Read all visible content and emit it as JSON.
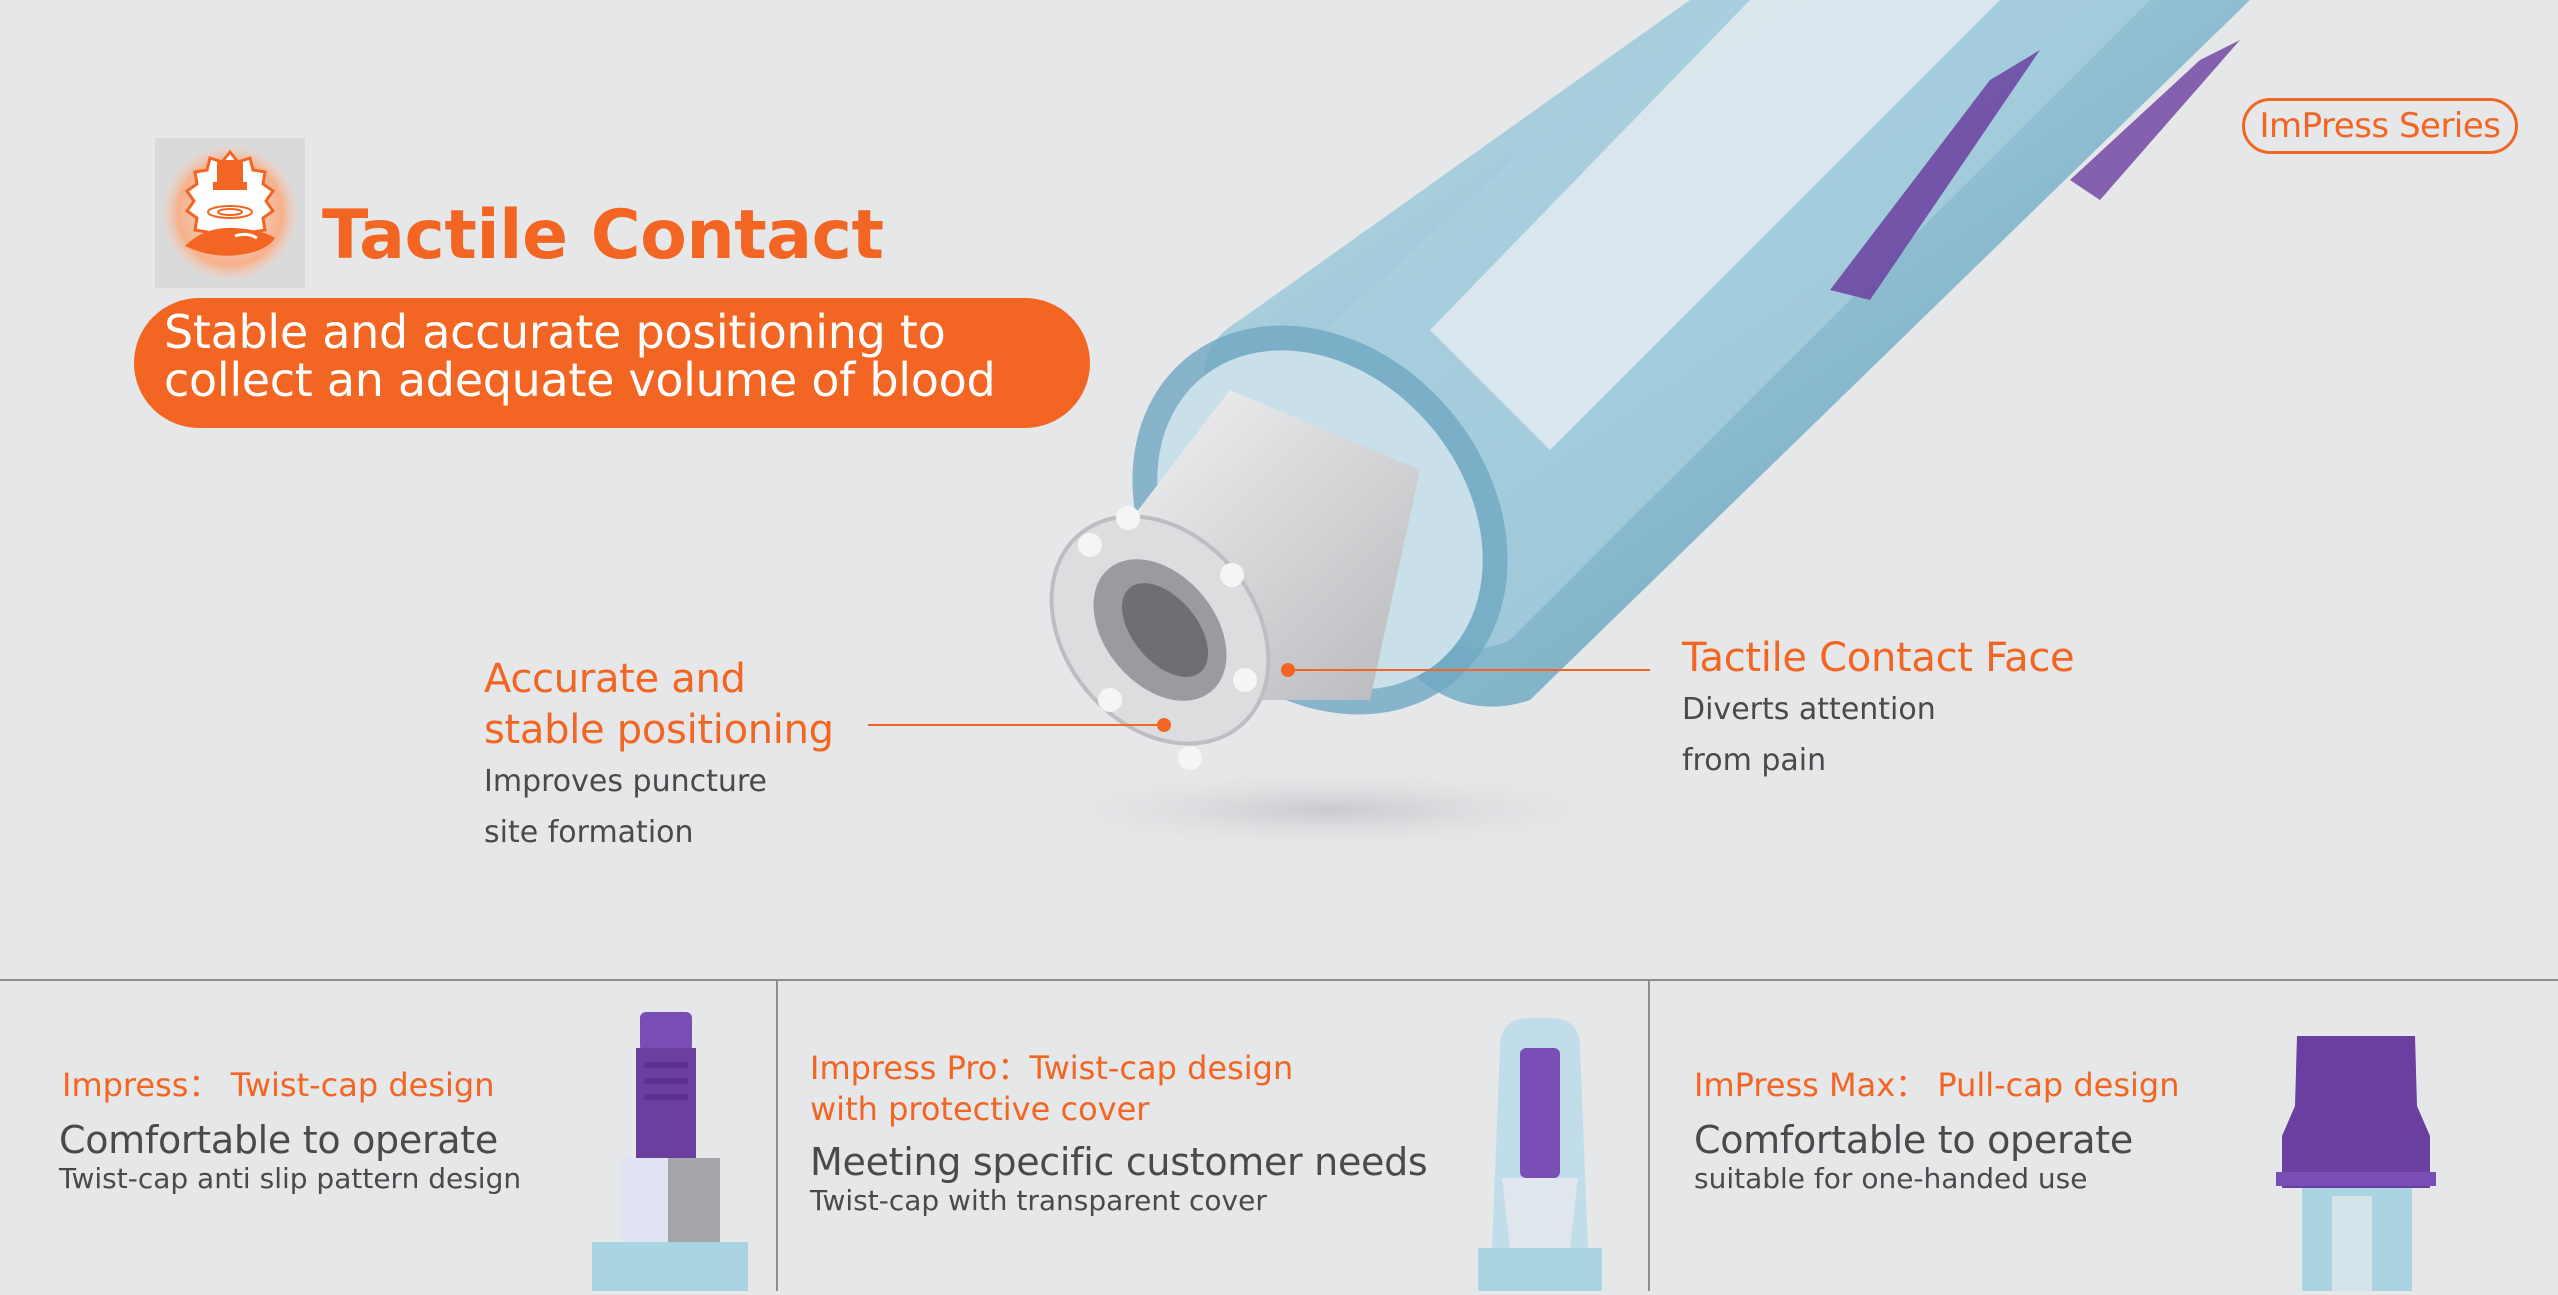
{
  "series_badge": "ImPress Series",
  "header": {
    "icon": "finger-touch-icon",
    "title": "Tactile Contact",
    "subtitle_line1": "Stable and accurate positioning to",
    "subtitle_line2": "collect an adequate volume of blood"
  },
  "callouts": {
    "left": {
      "title_line1": "Accurate and",
      "title_line2": "stable positioning",
      "desc_line1": "Improves puncture",
      "desc_line2": "site formation"
    },
    "right": {
      "title": "Tactile Contact Face",
      "desc_line1": "Diverts attention",
      "desc_line2": "from pain"
    }
  },
  "panels": [
    {
      "tag_line1": "Impress： Twist-cap design",
      "heading": "Comfortable to operate",
      "sub": "Twist-cap anti slip pattern design"
    },
    {
      "tag_line1": "Impress Pro：Twist-cap design",
      "tag_line2": "with protective cover",
      "heading": "Meeting specific customer needs",
      "sub": "Twist-cap with transparent cover"
    },
    {
      "tag_line1": "ImPress Max： Pull-cap design",
      "heading": "Comfortable to operate",
      "sub": "suitable for one-handed use"
    }
  ],
  "colors": {
    "accent": "#f26522",
    "text": "#4a4a4d",
    "background": "#e6e7e9",
    "pen_blue": "#8fc4d8",
    "purple": "#6b3fa0"
  }
}
